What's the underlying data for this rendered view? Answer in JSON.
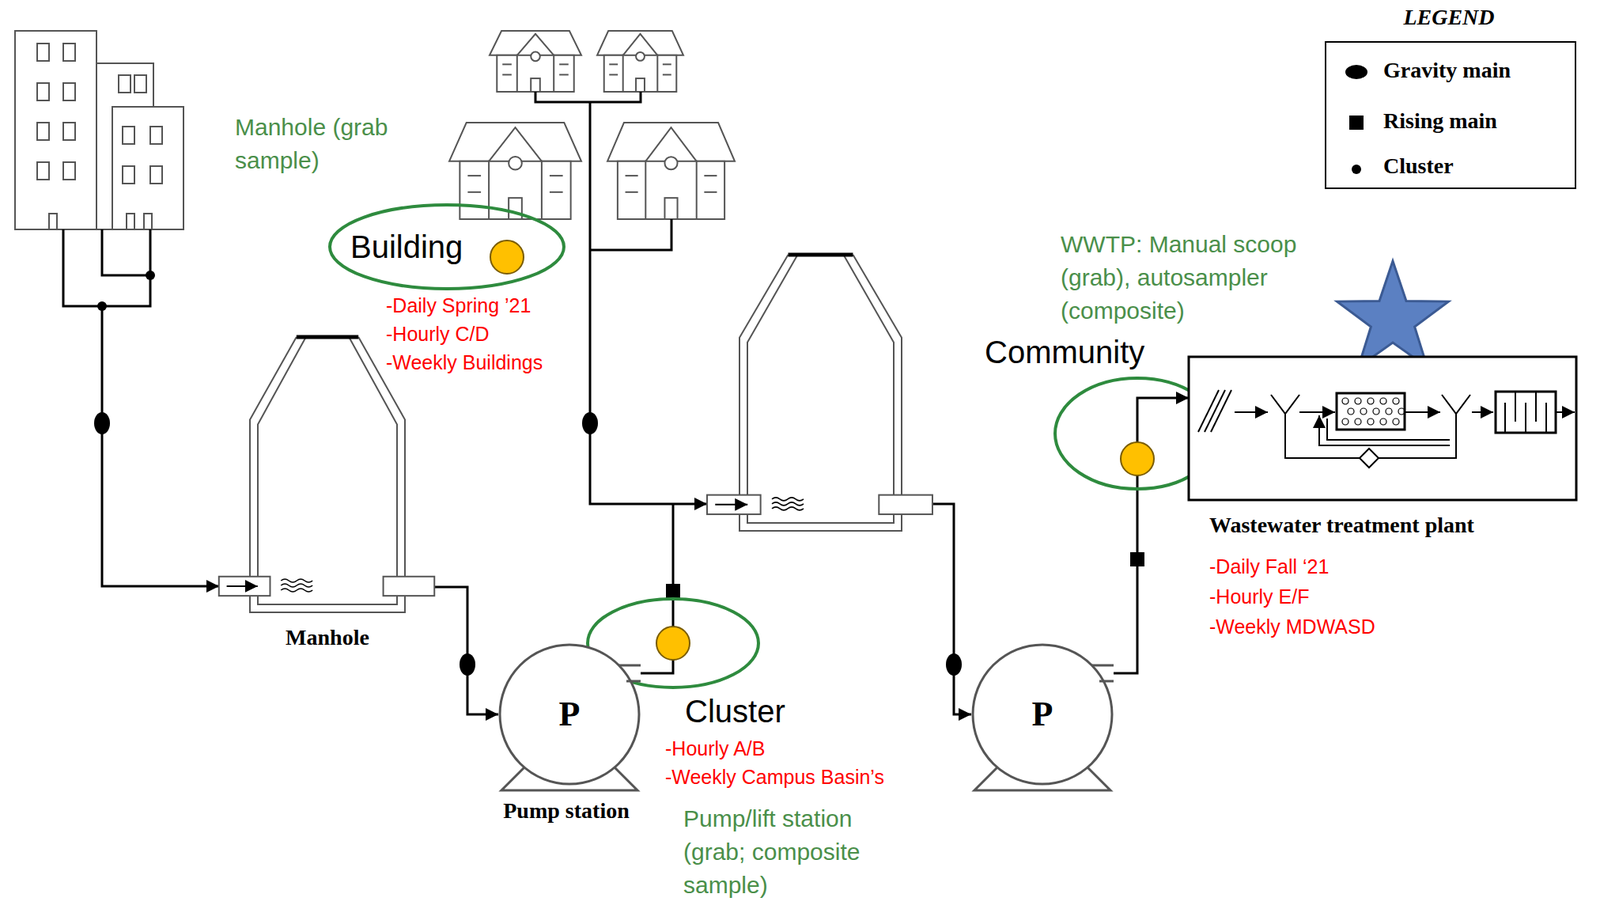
{
  "diagram": {
    "nodes": [
      {
        "text": [
          "Building"
        ]
      },
      {
        "text": [
          "Cluster"
        ]
      },
      {
        "text": [
          "Community"
        ]
      },
      {
        "text": [
          "Manhole"
        ]
      },
      {
        "text": [
          "P",
          "Pump station"
        ]
      },
      {
        "text": [
          "P"
        ]
      },
      {
        "text": [
          "Wastewater treatment plant"
        ]
      }
    ],
    "edges": [
      {
        "from": 3,
        "to": 4,
        "arrow": "to"
      },
      {
        "from": 5,
        "to": 6,
        "arrow": "to"
      }
    ],
    "labels": [
      "LEGEND",
      "Manhole (grab sample)",
      "-Daily Spring ’21",
      "-Hourly C/D",
      "-Weekly Buildings",
      "WWTP: Manual scoop (grab), autosampler (composite)",
      "-Daily Fall ‘21",
      "-Hourly E/F",
      "-Weekly MDWASD",
      "-Hourly A/B",
      "-Weekly Campus Basin’s",
      "Pump/lift station (grab; composite sample)"
    ],
    "legend": [
      {
        "text": "Gravity main"
      },
      {
        "text": "Rising main"
      },
      {
        "text": "Cluster"
      }
    ]
  }
}
